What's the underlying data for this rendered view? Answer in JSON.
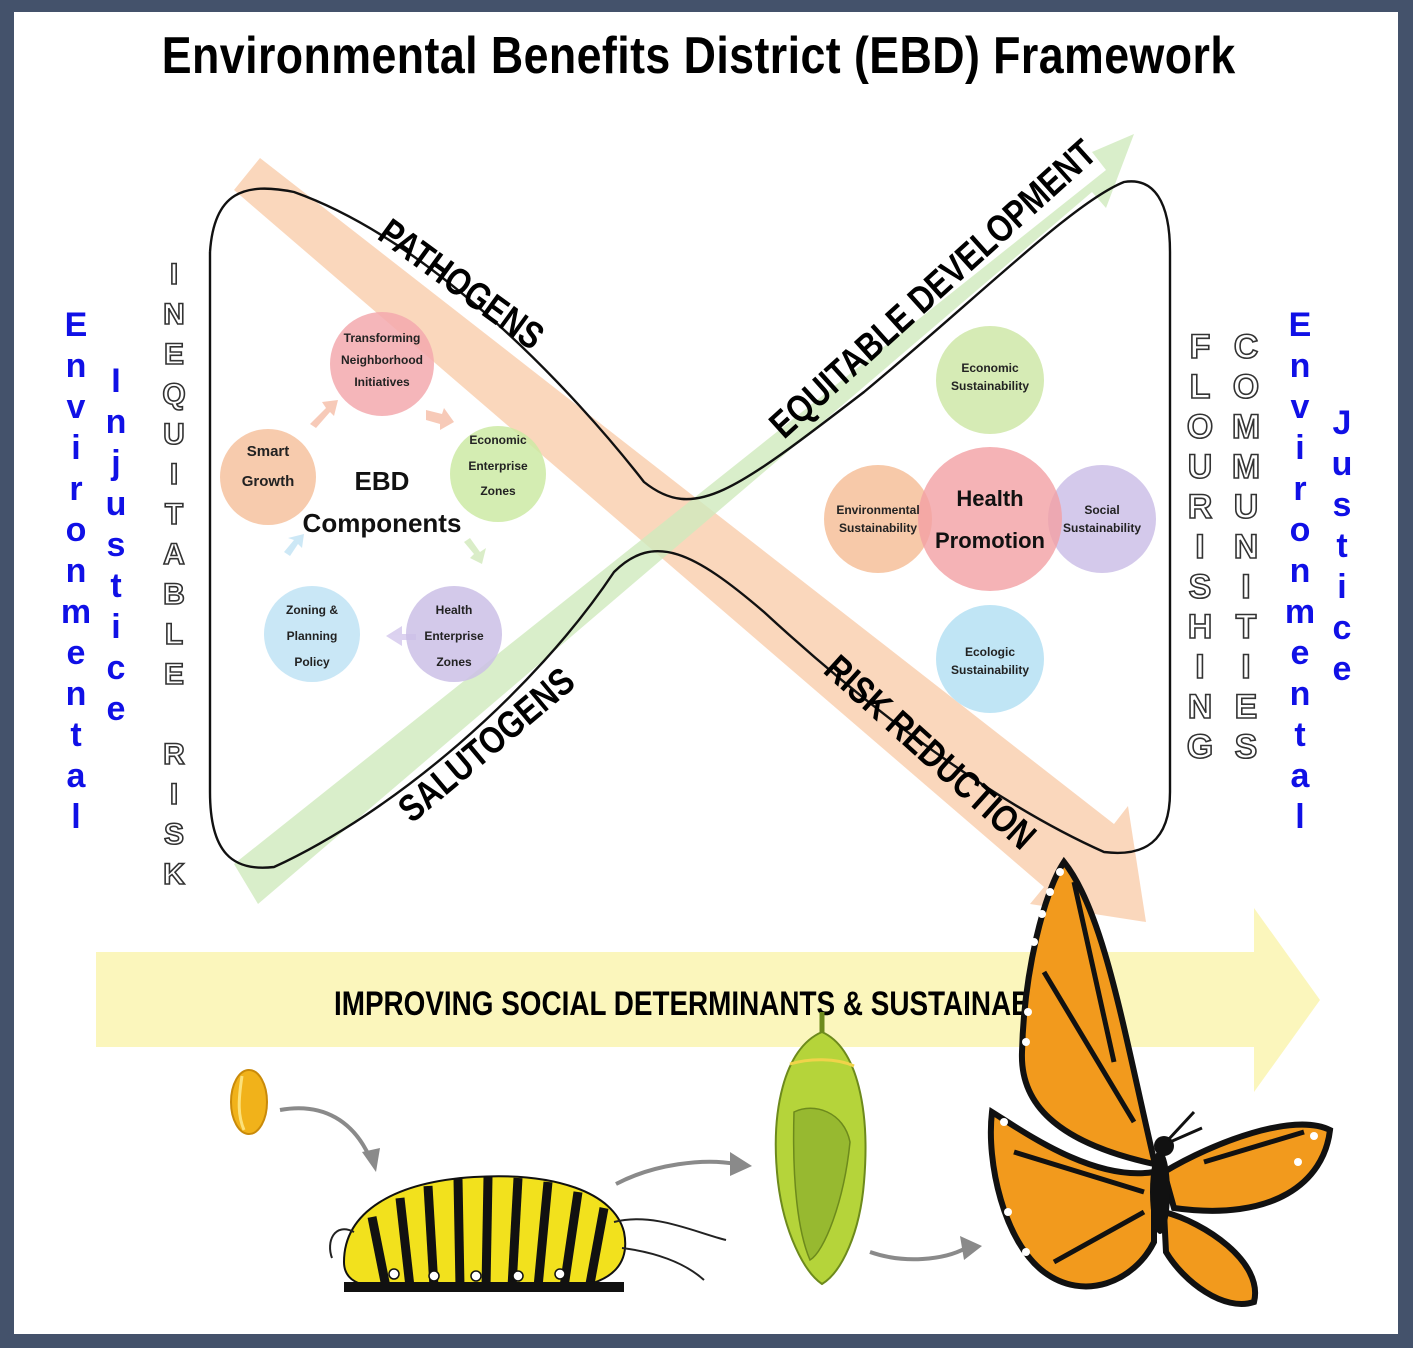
{
  "title": "Environmental Benefits District (EBD) Framework",
  "labels": {
    "pathogens": "PATHOGENS",
    "salutogens": "SALUTOGENS",
    "equitable_development": "EQUITABLE DEVELOPMENT",
    "risk_reduction": "RISK REDUCTION",
    "improving": "IMPROVING SOCIAL DETERMINANTS & SUSTAINABILITY"
  },
  "left_side": {
    "outer_word": "Environmental",
    "inner_word": "Injustice",
    "vertical_outline": "INEQUITABLE RISK"
  },
  "right_side": {
    "outline_1": "FLOURISHING",
    "outline_2": "COMMUNITIES",
    "outer_word": "Environmental",
    "inner_word": "Justice"
  },
  "ebd_components": {
    "center_line1": "EBD",
    "center_line2": "Components",
    "items": [
      {
        "l1": "Transforming",
        "l2": "Neighborhood",
        "l3": "Initiatives",
        "color": "#f3a9ae"
      },
      {
        "l1": "Economic",
        "l2": "Enterprise",
        "l3": "Zones",
        "color": "#cdeaa5"
      },
      {
        "l1": "Health",
        "l2": "Enterprise",
        "l3": "Zones",
        "color": "#cbbfe6"
      },
      {
        "l1": "Zoning &",
        "l2": "Planning",
        "l3": "Policy",
        "color": "#bfe3f5"
      },
      {
        "l1": "Smart",
        "l2": "Growth",
        "l3": "",
        "color": "#f6c29f"
      }
    ]
  },
  "health_promotion": {
    "center_line1": "Health",
    "center_line2": "Promotion",
    "center_color": "#f2a0a4",
    "items": [
      {
        "l1": "Economic",
        "l2": "Sustainability",
        "color": "#cfe8a8"
      },
      {
        "l1": "Social",
        "l2": "Sustainability",
        "color": "#cdc0e8"
      },
      {
        "l1": "Ecologic",
        "l2": "Sustainability",
        "color": "#b5e0f3"
      },
      {
        "l1": "Environmental",
        "l2": "Sustainability",
        "color": "#f6bf9a"
      }
    ]
  },
  "colors": {
    "background_border": "#44526b",
    "blue_text": "#1010e6",
    "green_arrow": "#cfeabd",
    "orange_arrow": "#f8c9a6",
    "yellow_arrow": "#fbf6b8"
  },
  "icons": [
    "egg-icon",
    "caterpillar-icon",
    "chrysalis-icon",
    "butterfly-icon",
    "lifecycle-arrow-icon"
  ]
}
